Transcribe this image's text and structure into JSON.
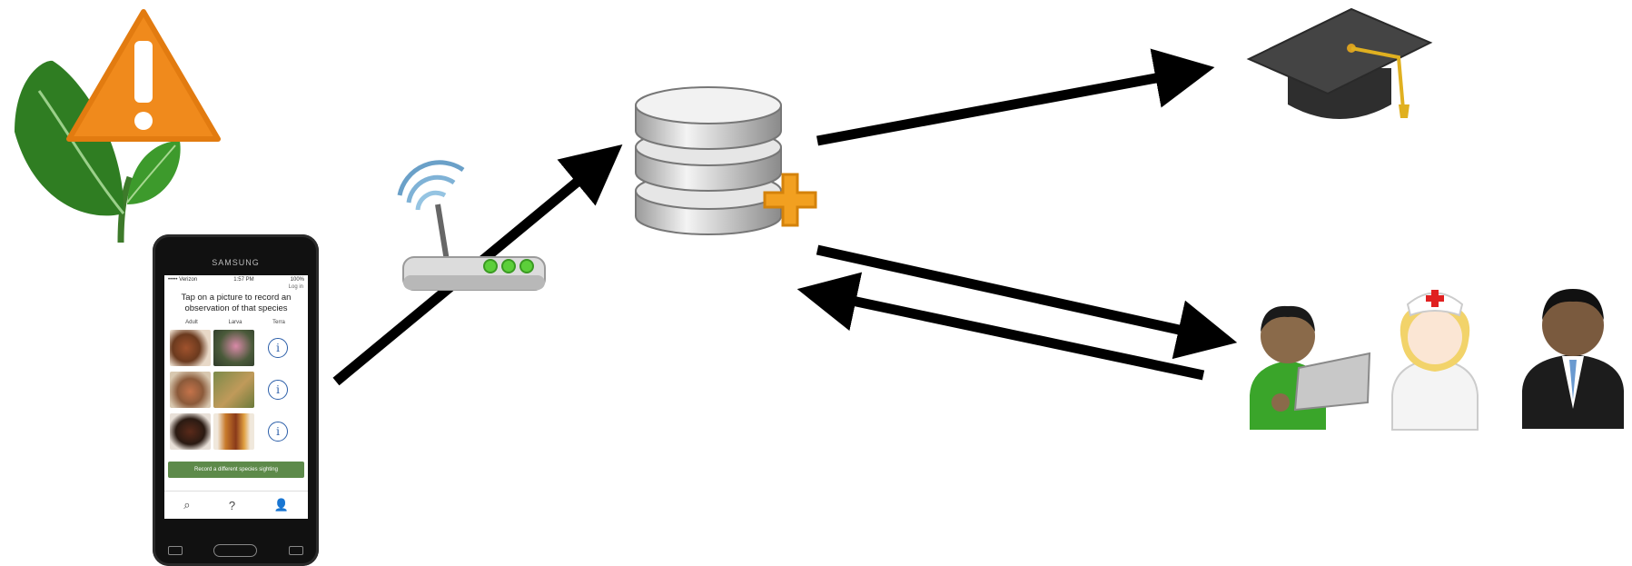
{
  "phone": {
    "brand": "SAMSUNG",
    "status_left": "••••• Verizon",
    "status_time": "1:57 PM",
    "status_right": "100%",
    "login_label": "Log in",
    "prompt": "Tap on a picture to record an observation of that species",
    "columns": [
      "Adult",
      "Larva",
      "Terra"
    ],
    "info_glyph": "i",
    "cta_label": "Record a different species sighting",
    "tabs": [
      {
        "icon": "search-icon",
        "glyph": "⌕"
      },
      {
        "icon": "help-icon",
        "glyph": "?"
      },
      {
        "icon": "profile-icon",
        "glyph": "👤"
      }
    ]
  },
  "colors": {
    "leaf": "#3d8a2a",
    "warning": "#f08a1c",
    "arrow": "#000000",
    "plus": "#f2a020",
    "router_led": "#5ccf3a"
  },
  "icons": [
    "plant-warning-icon",
    "smartphone",
    "wifi-router-icon",
    "database-add-icon",
    "graduation-cap-icon",
    "student-laptop-person-icon",
    "nurse-person-icon",
    "business-person-icon"
  ]
}
